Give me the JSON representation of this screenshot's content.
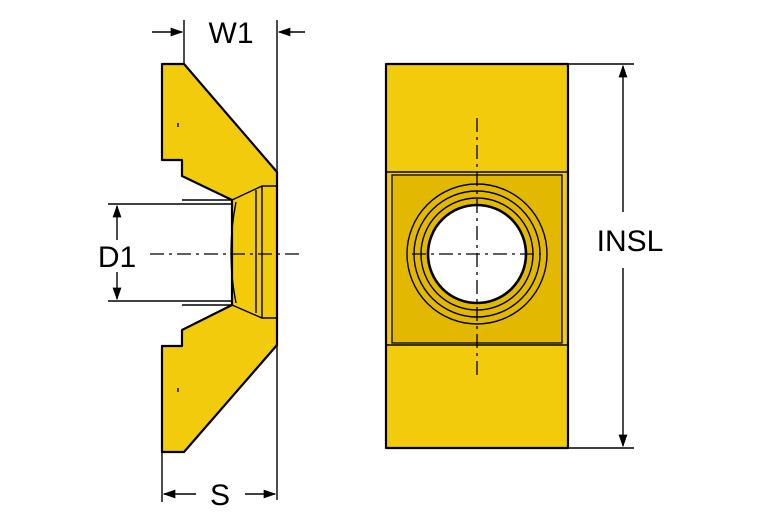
{
  "labels": {
    "w1": "W1",
    "d1": "D1",
    "s": "S",
    "insl": "INSL"
  },
  "colors": {
    "insert_fill": "#F2CC0C",
    "insert_shade": "#E2B800",
    "hole_fill": "#FFFFFF",
    "line": "#000000"
  }
}
